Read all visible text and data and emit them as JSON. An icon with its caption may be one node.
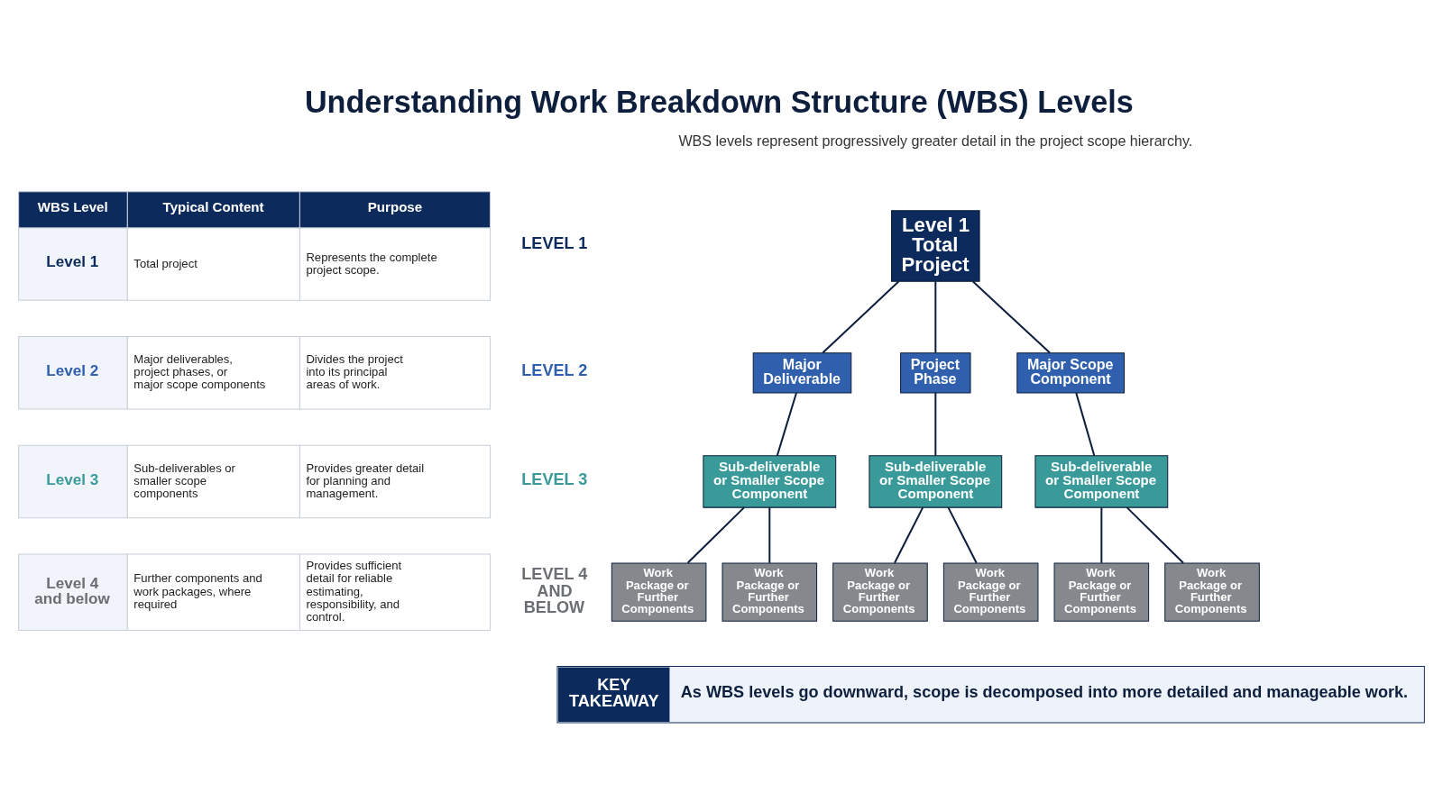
{
  "diagram": {
    "title": "Understanding Work Breakdown Structure (WBS) Levels",
    "nodes": [
      {
        "text": [
          "Level 1 Total Project"
        ]
      },
      {
        "text": [
          "Major Deliverable"
        ]
      },
      {
        "text": [
          "Project Phase"
        ]
      },
      {
        "text": [
          "Major Scope Component"
        ]
      },
      {
        "text": [
          "Sub-deliverable or Smaller Scope Component"
        ]
      },
      {
        "text": [
          "Sub-deliverable or Smaller Scope Component"
        ]
      },
      {
        "text": [
          "Sub-deliverable or Smaller Scope Component"
        ]
      },
      {
        "text": [
          "Work Package or Further Components"
        ]
      },
      {
        "text": [
          "Work Package or Further Components"
        ]
      },
      {
        "text": [
          "Work Package or Further Components"
        ]
      },
      {
        "text": [
          "Work Package or Further Components"
        ]
      },
      {
        "text": [
          "Work Package or Further Components"
        ]
      },
      {
        "text": [
          "Work Package or Further Components"
        ]
      },
      {
        "text": [
          "KEY TAKEAWAY",
          "As WBS levels go downward, scope is decomposed into more detailed and manageable work."
        ]
      }
    ],
    "edges": [
      {
        "from": 0,
        "to": 1,
        "arrow": "none"
      },
      {
        "from": 0,
        "to": 2,
        "arrow": "none"
      },
      {
        "from": 0,
        "to": 3,
        "arrow": "none"
      },
      {
        "from": 1,
        "to": 4,
        "arrow": "none"
      },
      {
        "from": 2,
        "to": 5,
        "arrow": "none"
      },
      {
        "from": 3,
        "to": 6,
        "arrow": "none"
      },
      {
        "from": 4,
        "to": 7,
        "arrow": "none"
      },
      {
        "from": 4,
        "to": 8,
        "arrow": "none"
      },
      {
        "from": 5,
        "to": 9,
        "arrow": "none"
      },
      {
        "from": 5,
        "to": 10,
        "arrow": "none"
      },
      {
        "from": 6,
        "to": 11,
        "arrow": "none"
      },
      {
        "from": 6,
        "to": 12,
        "arrow": "none"
      }
    ],
    "labels": [
      "WBS levels represent progressively greater detail in the project scope hierarchy.",
      "LEVEL 1",
      "LEVEL 2",
      "LEVEL 3",
      "LEVEL 4 AND BELOW",
      "WBS Level",
      "Typical Content",
      "Purpose",
      "Level 1",
      "Total project",
      "Represents the complete project scope.",
      "Level 2",
      "Major deliverables, project phases, or major scope components",
      "Divides the project into its principal areas of work.",
      "Level 3",
      "Sub-deliverables or smaller scope components",
      "Provides greater detail for planning and management.",
      "Level 4 and below",
      "Further components and work packages, where required",
      "Provides sufficient detail for reliable estimating, responsibility, and control."
    ]
  }
}
